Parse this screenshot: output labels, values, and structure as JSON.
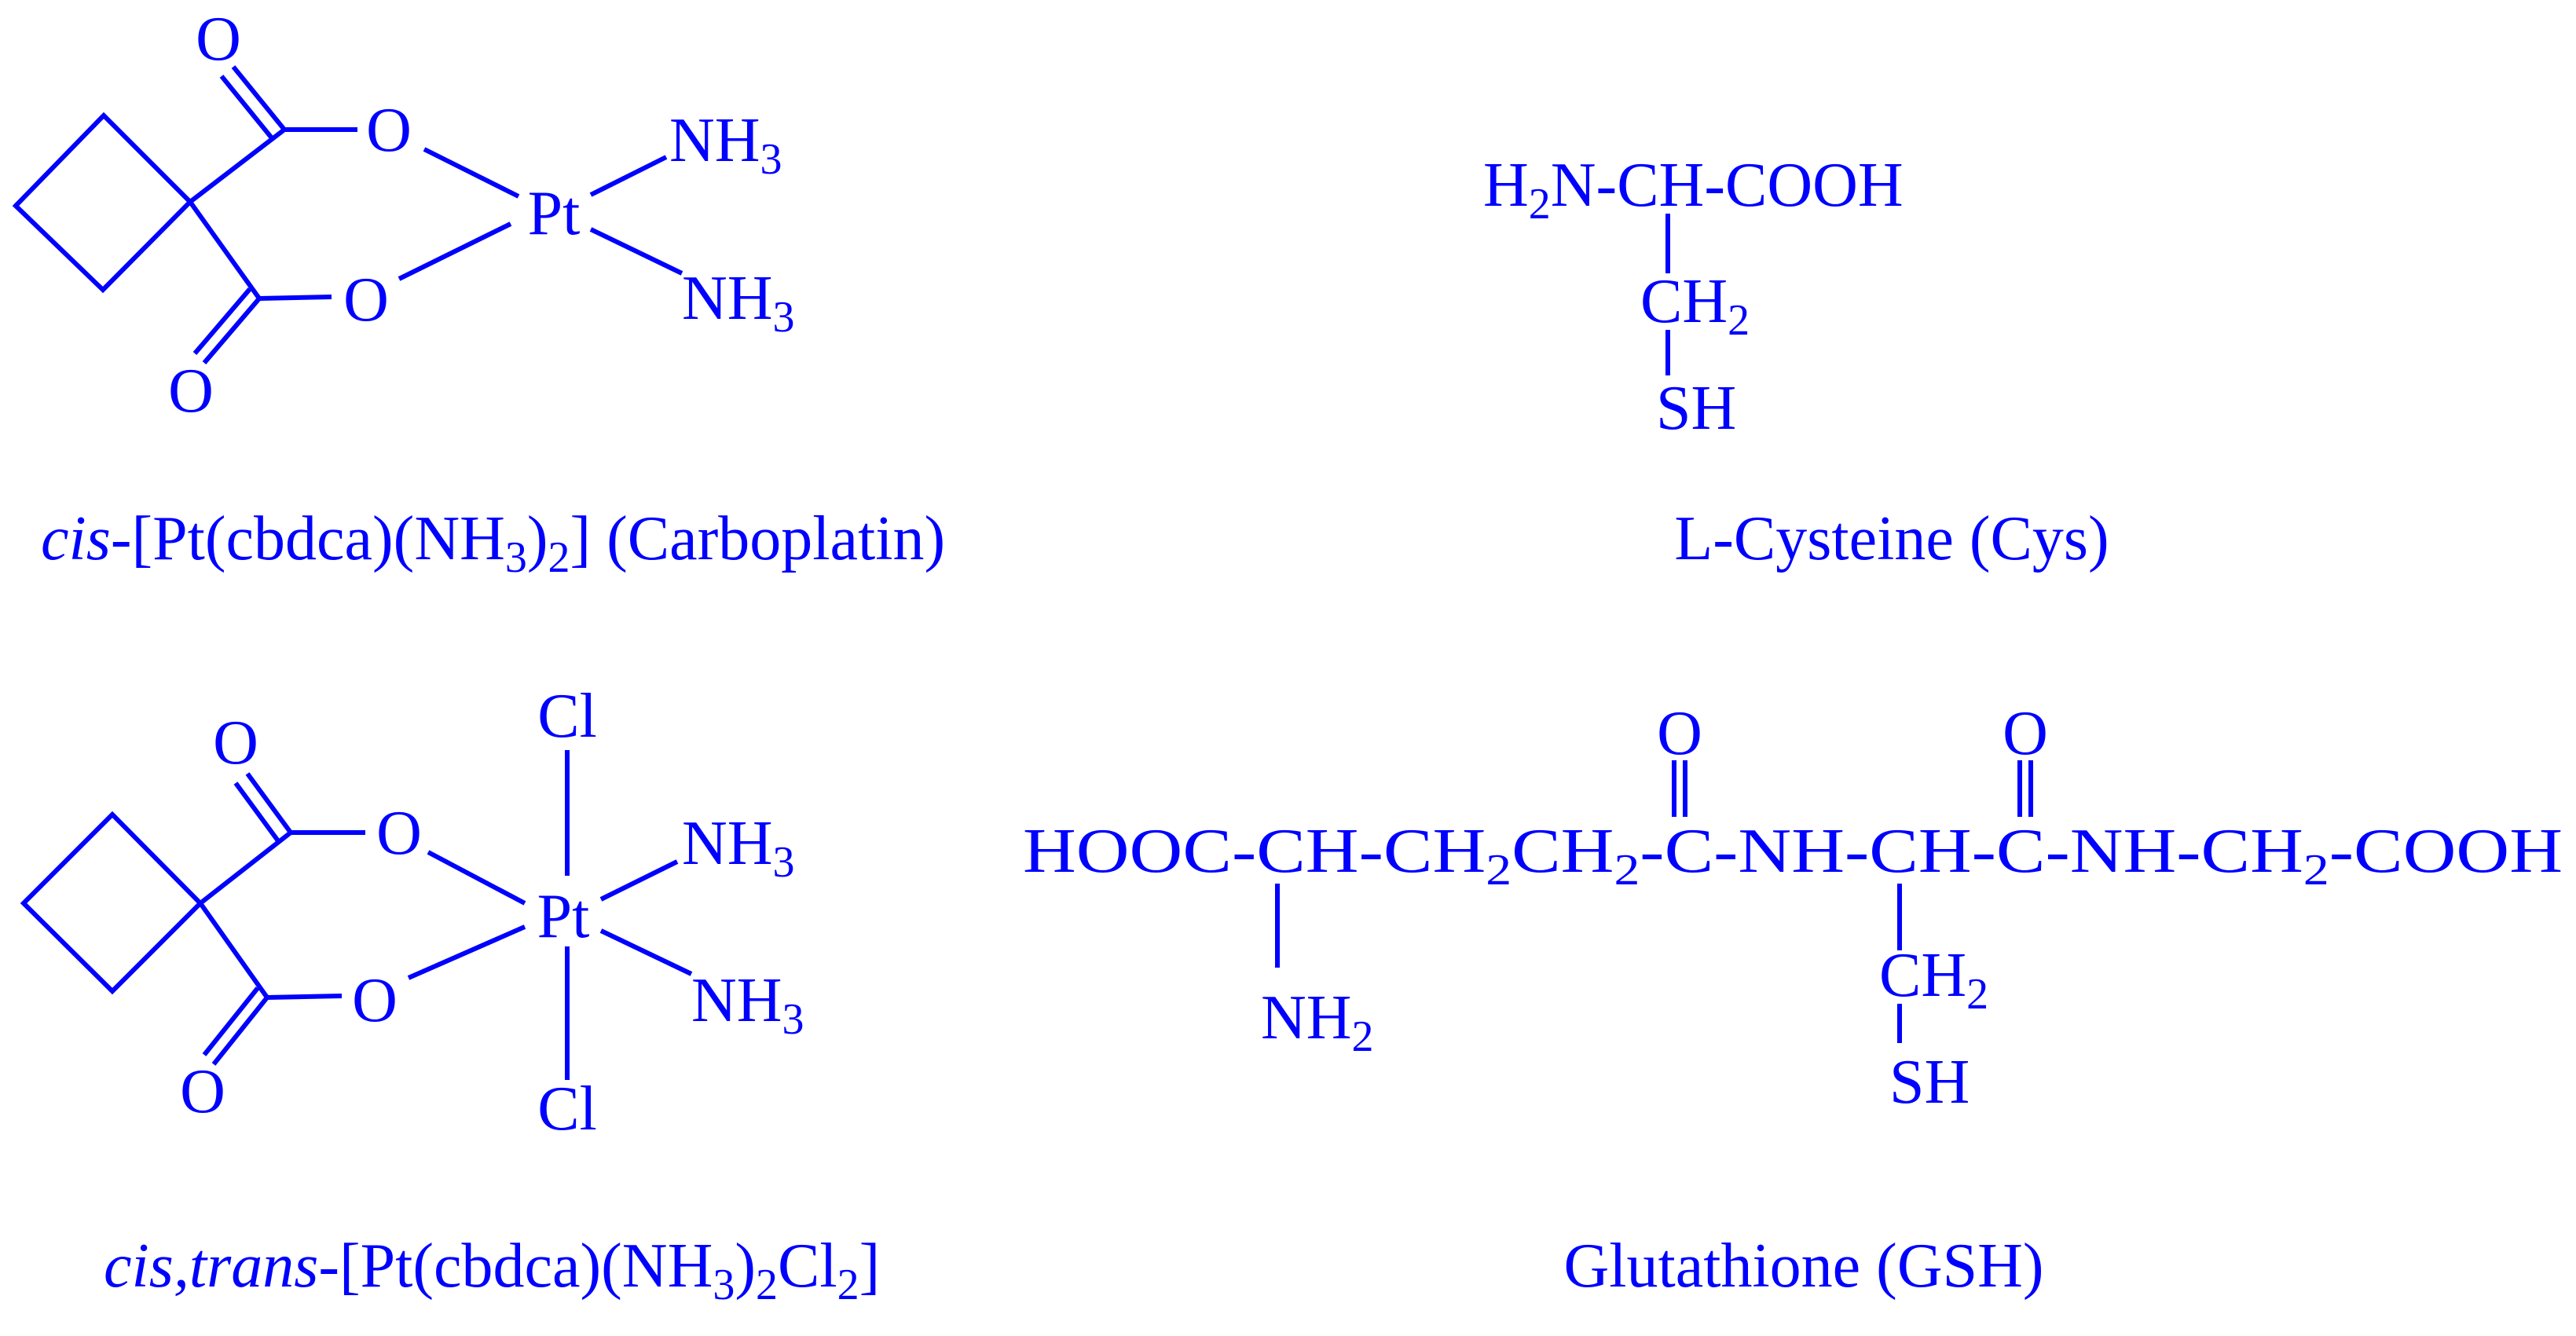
{
  "colors": {
    "ink": "#0000ff",
    "background": "#ffffff"
  },
  "carboplatin": {
    "o_carbonyl_top": "O",
    "o_ester_top": "O",
    "pt": "Pt",
    "nh3_top": {
      "base": "NH",
      "sub": "3"
    },
    "nh3_bottom": {
      "base": "NH",
      "sub": "3"
    },
    "o_ester_bottom": "O",
    "o_carbonyl_bottom": "O",
    "caption": {
      "italic": "cis",
      "p1": "-[Pt(cbdca)(NH",
      "sub1": "3",
      "p2": ")",
      "sub2": "2",
      "p3": "] (Carboplatin)"
    }
  },
  "cysteine": {
    "line1_h": "H",
    "line1_h_sub": "2",
    "line1_rest": "N-CH-COOH",
    "ch2": {
      "base": "CH",
      "sub": "2"
    },
    "sh": "SH",
    "caption": "L-Cysteine (Cys)"
  },
  "ptiv": {
    "cl_top": "Cl",
    "o_carbonyl_top": "O",
    "o_ester_top": "O",
    "pt": "Pt",
    "nh3_top": {
      "base": "NH",
      "sub": "3"
    },
    "nh3_bottom": {
      "base": "NH",
      "sub": "3"
    },
    "o_ester_bottom": "O",
    "o_carbonyl_bottom": "O",
    "cl_bottom": "Cl",
    "caption": {
      "italic": "cis,trans",
      "p1": "-[Pt(cbdca)(NH",
      "sub1": "3",
      "p2": ")",
      "sub2": "2",
      "p3": "Cl",
      "sub3": "2",
      "p4": "]"
    }
  },
  "glutathione": {
    "o_left": "O",
    "o_right": "O",
    "main": {
      "t1": "HOOC-CH-CH",
      "s1": "2",
      "t2": "CH",
      "s2": "2",
      "t3": "-C-NH-CH-C-NH-CH",
      "s3": "2",
      "t4": "-COOH"
    },
    "nh2": {
      "base": "NH",
      "sub": "2"
    },
    "ch2": {
      "base": "CH",
      "sub": "2"
    },
    "sh": "SH",
    "caption": "Glutathione (GSH)"
  }
}
